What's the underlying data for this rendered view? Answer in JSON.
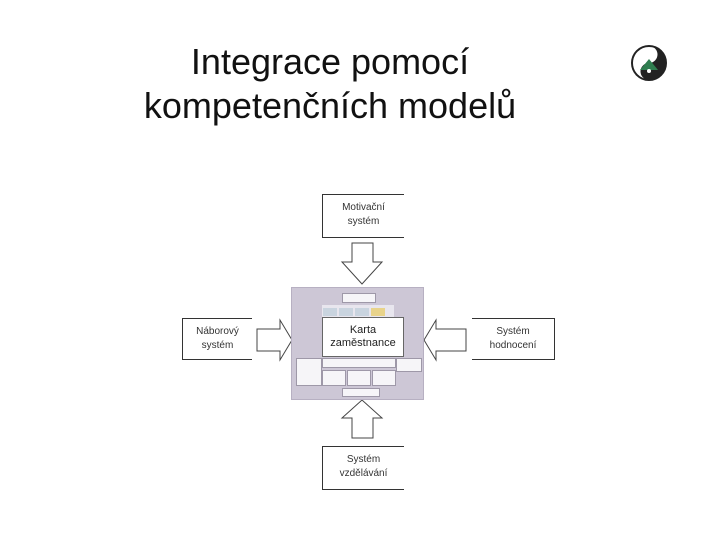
{
  "slide": {
    "title_line1": "Integrace pomocí",
    "title_line2": "kompetenčních modelů"
  },
  "diagram": {
    "top_box": [
      "Motivační",
      "systém"
    ],
    "left_box": [
      "Náborový",
      "systém"
    ],
    "right_box": [
      "Systém",
      "hodnocení"
    ],
    "bottom_box": [
      "Systém",
      "vzdělávání"
    ],
    "center_box": [
      "Karta",
      "zaměstnance"
    ]
  }
}
